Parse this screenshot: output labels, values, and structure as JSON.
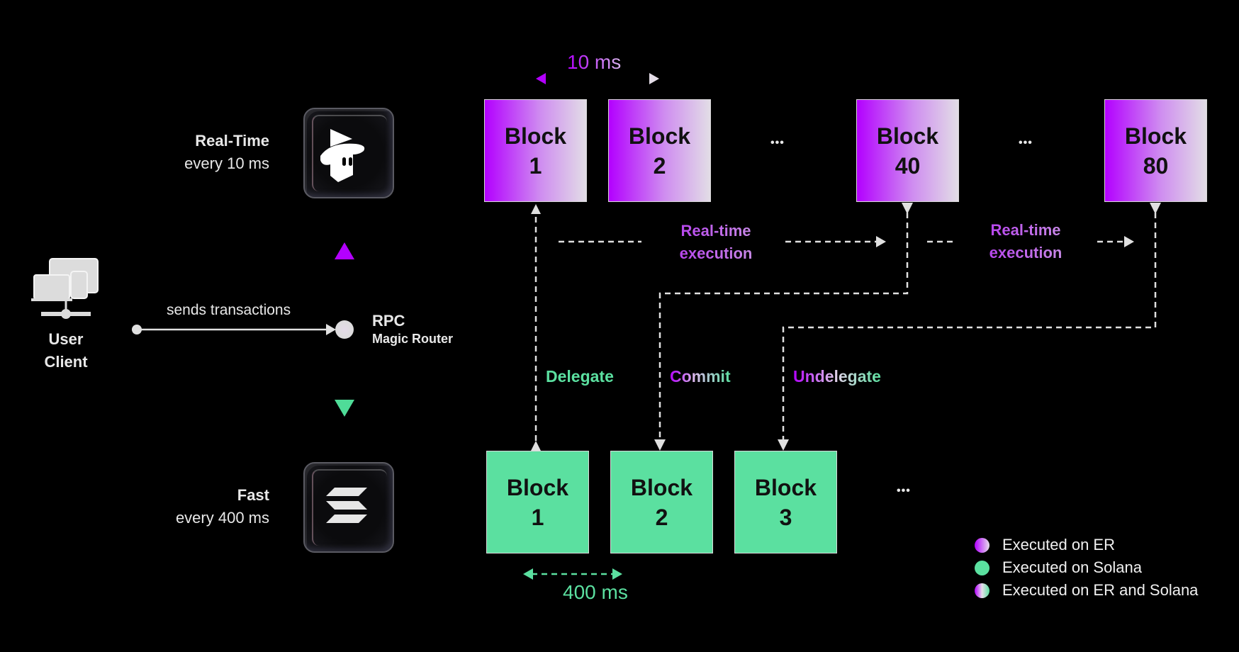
{
  "colors": {
    "er": "#b300ff",
    "solana": "#5be0a0",
    "neutral": "#e0e0e0",
    "background": "#000000"
  },
  "user_client": {
    "icon": "devices-network-icon",
    "line1": "User",
    "line2": "Client"
  },
  "send_label": "sends transactions",
  "rpc": {
    "title": "RPC",
    "subtitle": "Magic Router"
  },
  "lanes": {
    "realtime": {
      "title": "Real-Time",
      "subtitle": "every 10 ms",
      "icon": "magicblock-wizard-icon"
    },
    "fast": {
      "title": "Fast",
      "subtitle": "every 400 ms",
      "icon": "solana-logo-icon"
    }
  },
  "er_blocks": [
    {
      "word": "Block",
      "num": "1"
    },
    {
      "word": "Block",
      "num": "2"
    },
    {
      "word": "Block",
      "num": "40"
    },
    {
      "word": "Block",
      "num": "80"
    }
  ],
  "sol_blocks": [
    {
      "word": "Block",
      "num": "1"
    },
    {
      "word": "Block",
      "num": "2"
    },
    {
      "word": "Block",
      "num": "3"
    }
  ],
  "ellipsis": "•••",
  "er_interval": "10 ms",
  "sol_interval": "400 ms",
  "realtime_exec": {
    "line1": "Real-time",
    "line2": "execution"
  },
  "operations": {
    "delegate": "Delegate",
    "commit": "Commit",
    "undelegate": "Undelegate"
  },
  "legend": [
    {
      "label": "Executed on ER",
      "swatch": "er"
    },
    {
      "label": "Executed on Solana",
      "swatch": "solana"
    },
    {
      "label": "Executed on ER and Solana",
      "swatch": "both"
    }
  ]
}
